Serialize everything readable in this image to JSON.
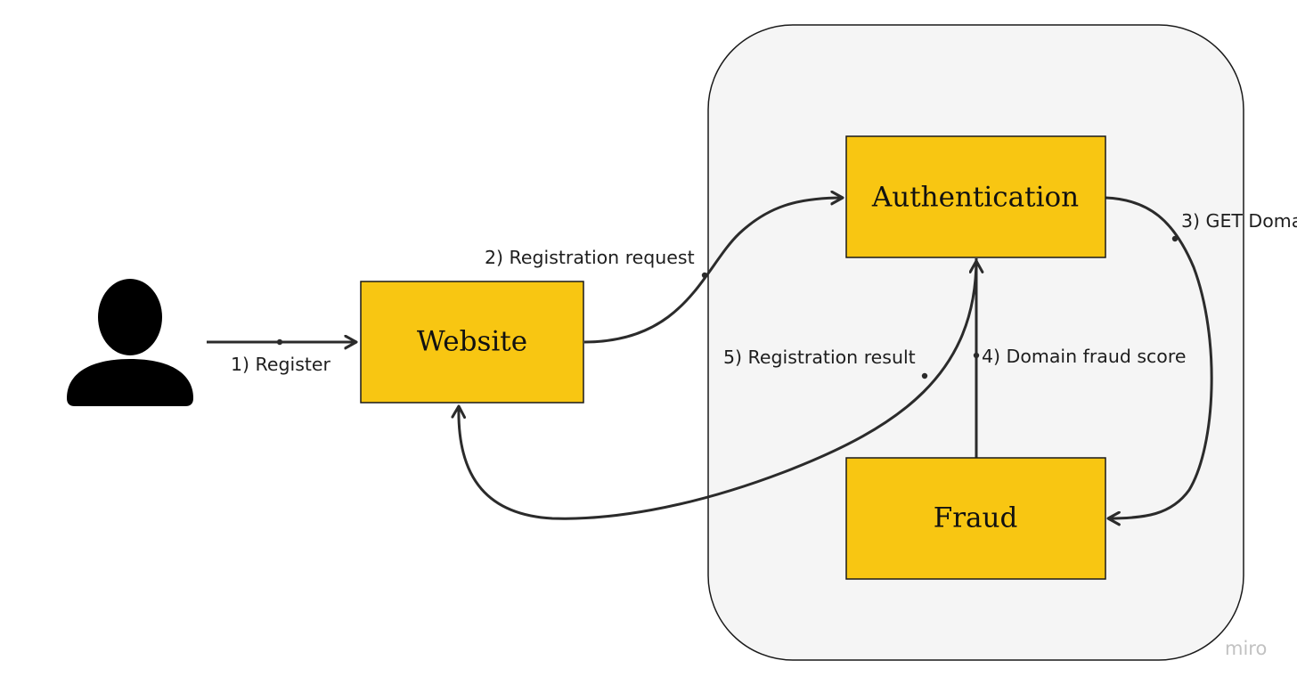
{
  "diagram": {
    "colors": {
      "node_fill": "#f8c612",
      "group_fill": "#f5f5f5",
      "edge": "#2b2b2b",
      "user_icon": "#000000"
    },
    "nodes": {
      "website": "Website",
      "authentication": "Authentication",
      "fraud": "Fraud"
    },
    "user_icon": "person-icon",
    "edges": {
      "register": "1) Register",
      "registration_request": "2) Registration request",
      "get_domain": "3) GET Doma",
      "domain_fraud_score": "4) Domain fraud score",
      "registration_result": "5) Registration result"
    },
    "watermark": "miro"
  }
}
